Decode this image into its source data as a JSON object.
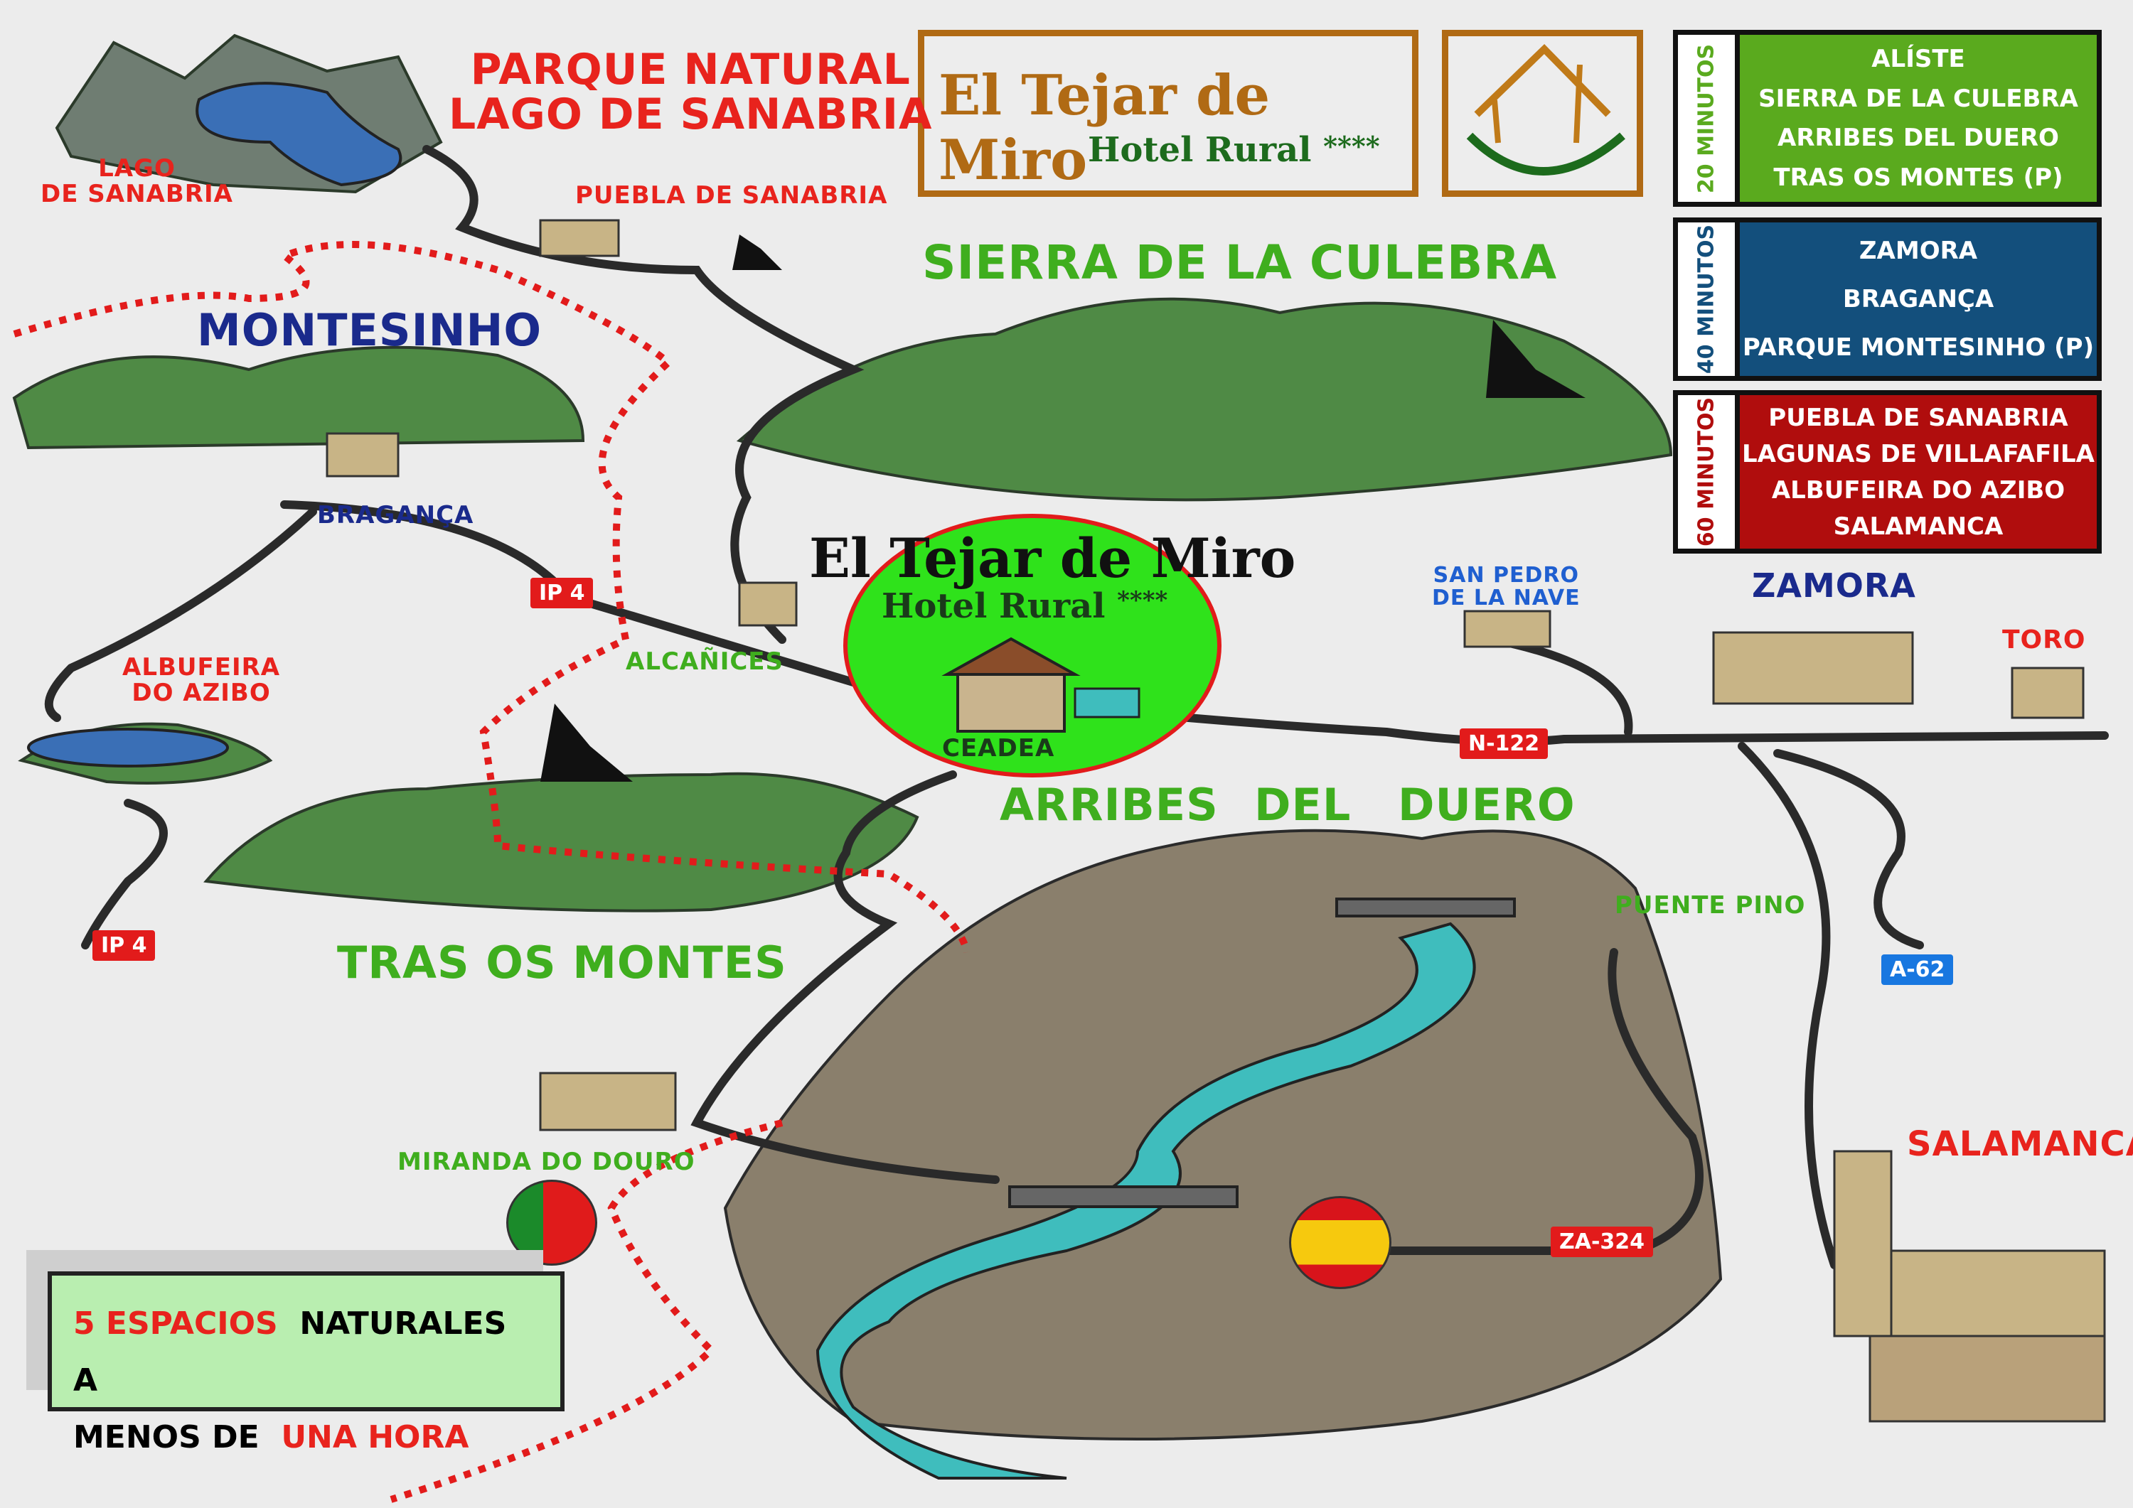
{
  "logo": {
    "title": "El Tejar de Miro",
    "subtitle": "Hotel Rural",
    "stars": "****",
    "brand_color": "#b06a14",
    "accent_color": "#1d6b1d"
  },
  "legend": [
    {
      "time": "20 MINUTOS",
      "color": "#5aaa1e",
      "items": [
        "ALÍSTE",
        "SIERRA DE LA CULEBRA",
        "ARRIBES DEL DUERO",
        "TRAS OS MONTES (P)"
      ]
    },
    {
      "time": "40 MINUTOS",
      "color": "#134f7c",
      "items": [
        "ZAMORA",
        "BRAGANÇA",
        "PARQUE MONTESINHO (P)"
      ]
    },
    {
      "time": "60 MINUTOS",
      "color": "#b00d0d",
      "items": [
        "PUEBLA DE SANABRIA",
        "LAGUNAS DE VILLAFAFILA",
        "ALBUFEIRA DO AZIBO",
        "SALAMANCA"
      ]
    }
  ],
  "map": {
    "parque_natural": [
      "PARQUE NATURAL",
      "LAGO DE SANABRIA"
    ],
    "lago": [
      "LAGO",
      "DE SANABRIA"
    ],
    "puebla": "PUEBLA DE SANABRIA",
    "sierra": "SIERRA DE LA CULEBRA",
    "montesinho": "MONTESINHO",
    "braganca": "BRAGANÇA",
    "albufeira": [
      "ALBUFEIRA",
      "DO AZIBO"
    ],
    "alcanices": "ALCAÑICES",
    "hotel": {
      "title": "El Tejar de Miro",
      "subtitle": "Hotel Rural",
      "stars": "****",
      "place": "CEADEA"
    },
    "san_pedro": [
      "SAN PEDRO",
      "DE LA NAVE"
    ],
    "zamora": "ZAMORA",
    "toro": "TORO",
    "arribes": [
      "ARRIBES",
      "DEL",
      "DUERO"
    ],
    "puente_pino": "PUENTE PINO",
    "tras_os_montes": "TRAS OS MONTES",
    "miranda": "MIRANDA DO DOURO",
    "salamanca": "SALAMANCA",
    "roads": {
      "ip4_top": "IP 4",
      "ip4_bottom": "IP 4",
      "n122": "N-122",
      "a62": "A-62",
      "za324": "ZA-324"
    }
  },
  "callout": {
    "part1": "5 ESPACIOS",
    "part2": "NATURALES A",
    "part3": "MENOS DE",
    "part4": "UNA HORA"
  }
}
